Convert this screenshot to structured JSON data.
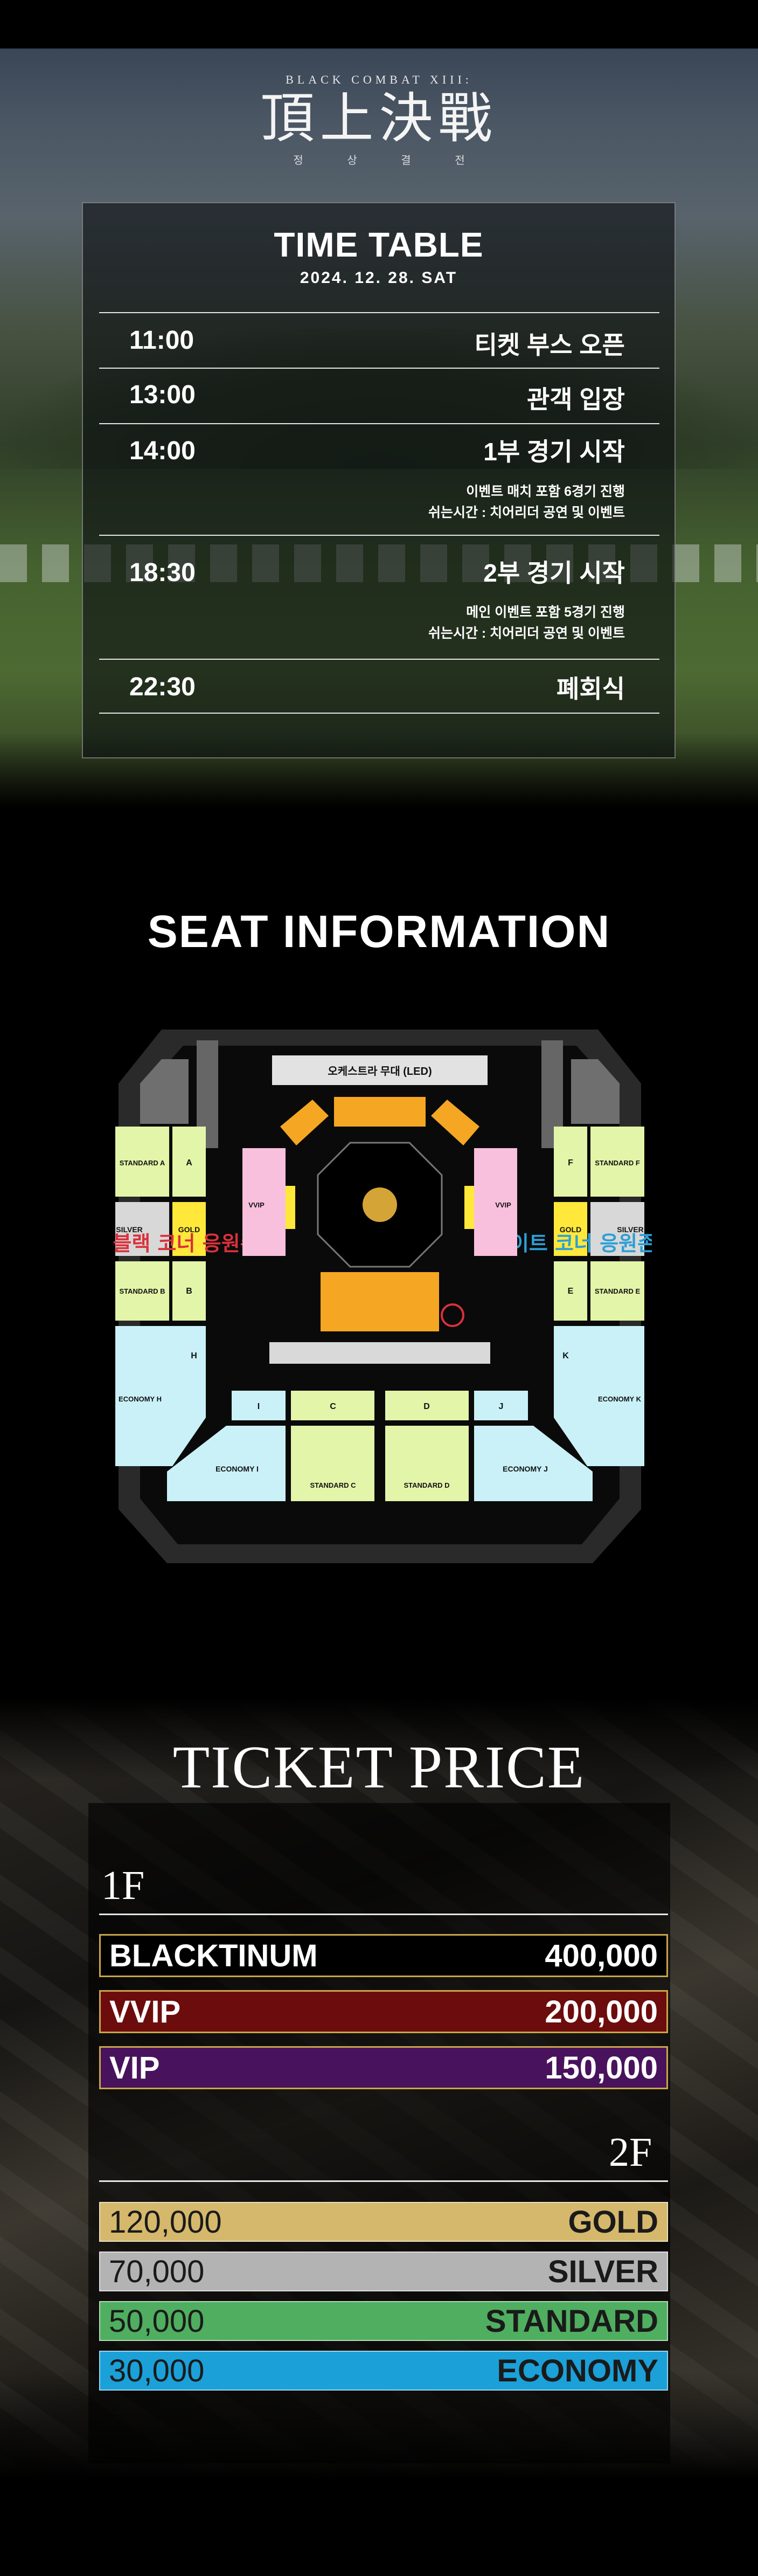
{
  "hero": {
    "event_name_small": "BLACK COMBAT XIII:",
    "event_name_big": "頂上決戰",
    "event_name_reading": "정 상 결 전"
  },
  "timetable": {
    "title": "TIME TABLE",
    "date": "2024. 12. 28. SAT",
    "rows": [
      {
        "time": "11:00",
        "event": "티켓 부스 오픈"
      },
      {
        "time": "13:00",
        "event": "관객 입장"
      },
      {
        "time": "14:00",
        "event": "1부 경기 시작",
        "note_1": "이벤트 매치 포함 6경기 진행",
        "note_2": "쉬는시간 : 치어리더 공연 및 이벤트"
      },
      {
        "time": "18:30",
        "event": "2부 경기 시작",
        "note_1": "메인 이벤트 포함 5경기 진행",
        "note_2": "쉬는시간 : 치어리더 공연 및 이벤트"
      },
      {
        "time": "22:30",
        "event": "폐회식"
      }
    ]
  },
  "seat_info": {
    "title": "SEAT INFORMATION",
    "stage_label": "오케스트라 무대 (LED)",
    "black_corner_zone": "블랙 코너 응원존",
    "white_corner_zone": "화이트 코너 응원존",
    "sections": {
      "standard_a": "STANDARD A",
      "standard_b": "STANDARD B",
      "standard_c": "STANDARD C",
      "standard_d": "STANDARD D",
      "standard_e": "STANDARD E",
      "standard_f": "STANDARD F",
      "silver_left": "SILVER",
      "silver_right": "SILVER",
      "gold_left": "GOLD",
      "gold_right": "GOLD",
      "vvip_left": "VVIP",
      "vvip_right": "VVIP",
      "economy_h": "ECONOMY H",
      "economy_i": "ECONOMY I",
      "economy_j": "ECONOMY J",
      "economy_k": "ECONOMY K",
      "a": "A",
      "b": "B",
      "c": "C",
      "d": "D",
      "e": "E",
      "f": "F",
      "h": "H",
      "i": "I",
      "j": "J",
      "k": "K"
    },
    "colors": {
      "standard": "#e3f5a8",
      "economy": "#c9f1f7",
      "gold": "#ffe83a",
      "silver": "#d8d8d8",
      "vvip": "#f8c0dc",
      "vip_seat": "#f5a623",
      "black_zone": "#d9313c",
      "white_zone": "#2d9fd6"
    }
  },
  "ticket_price": {
    "title": "TICKET PRICE",
    "floor_1": "1F",
    "floor_2": "2F",
    "tiers_1f": [
      {
        "name": "BLACKTINUM",
        "price": "400,000",
        "color": "#000000"
      },
      {
        "name": "VVIP",
        "price": "200,000",
        "color": "#6d0c0c"
      },
      {
        "name": "VIP",
        "price": "150,000",
        "color": "#48135c"
      }
    ],
    "tiers_2f": [
      {
        "name": "GOLD",
        "price": "120,000",
        "color": "#d5b86c"
      },
      {
        "name": "SILVER",
        "price": "70,000",
        "color": "#b3b3b3"
      },
      {
        "name": "STANDARD",
        "price": "50,000",
        "color": "#4fae5f"
      },
      {
        "name": "ECONOMY",
        "price": "30,000",
        "color": "#1ba0d8"
      }
    ]
  }
}
